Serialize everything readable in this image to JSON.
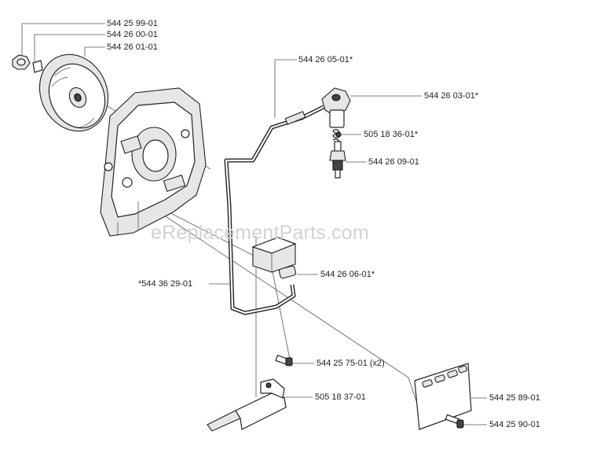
{
  "watermark": "eReplacementParts.com",
  "parts": [
    {
      "id": "nut",
      "label": "544 25 99-01"
    },
    {
      "id": "washer",
      "label": "544 26 00-01"
    },
    {
      "id": "flywheel",
      "label": "544 26 01-01"
    },
    {
      "id": "ignition-lead",
      "label": "544 26 05-01*"
    },
    {
      "id": "plug-cap",
      "label": "544 26 03-01*"
    },
    {
      "id": "spring",
      "label": "505 18 36-01*"
    },
    {
      "id": "spark-plug",
      "label": "544 26 09-01"
    },
    {
      "id": "ignition-module",
      "label": "544 26 06-01*"
    },
    {
      "id": "short-circuit-cable",
      "label": "*544 36 29-01"
    },
    {
      "id": "module-screws",
      "label": "544 25 75-01 (x2)"
    },
    {
      "id": "ground-plate",
      "label": "505 18 37-01"
    },
    {
      "id": "cover-plate",
      "label": "544 25 89-01"
    },
    {
      "id": "cover-screw",
      "label": "544 25 90-01"
    }
  ]
}
